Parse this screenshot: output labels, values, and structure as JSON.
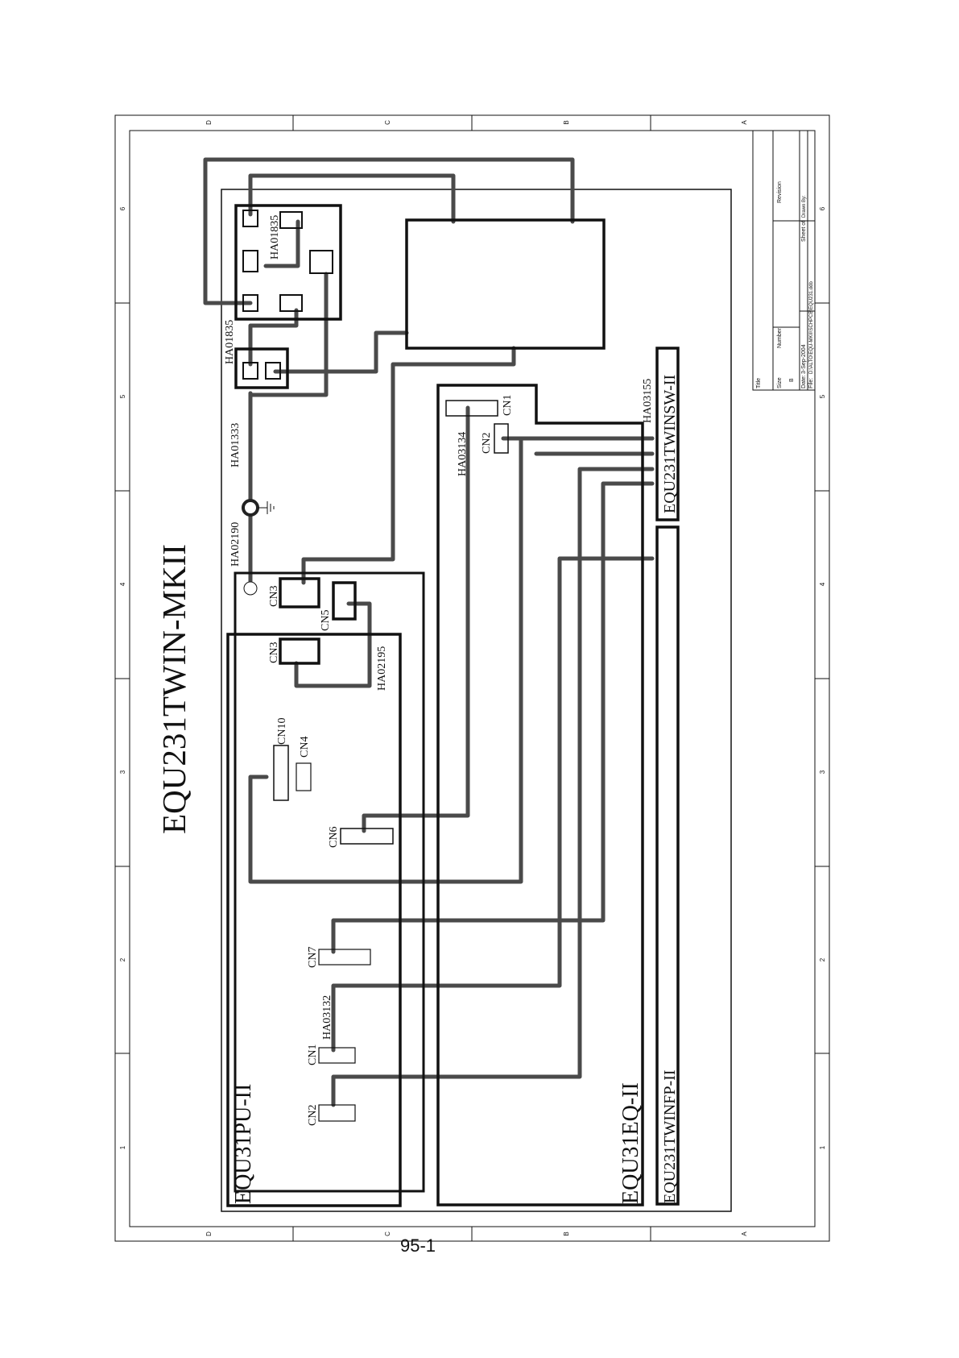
{
  "diagram": {
    "title": "EQU231TWIN-MKII",
    "page_number": "95-1",
    "zone_letters": [
      "D",
      "C",
      "B",
      "A"
    ],
    "zone_numbers": [
      "1",
      "2",
      "3",
      "4",
      "5",
      "6"
    ],
    "boards": {
      "pu": "EQU31PU-II",
      "eq": "EQU31EQ-II",
      "fp": "EQU231TWINFP-II",
      "sw": "EQU231TWINSW-II"
    },
    "connectors": {
      "pu_cn2": "CN2",
      "pu_cn1": "CN1",
      "pu_cn7": "CN7",
      "pu_cn6": "CN6",
      "pu_cn4": "CN4",
      "pu_cn10": "CN10",
      "pu_cn3": "CN3",
      "psu_cn3": "CN3",
      "psu_cn5": "CN5",
      "eq_cn2": "CN2",
      "eq_cn1": "CN1"
    },
    "harnesses": {
      "ha03132": "HA03132",
      "ha02195": "HA02195",
      "ha02190": "HA02190",
      "ha01333": "HA01333",
      "ha01835_a": "HA01835",
      "ha01835_b": "HA01835",
      "ha03134": "HA03134",
      "ha03155": "HA03155"
    },
    "title_block": {
      "title_label": "Title",
      "size_label": "Size",
      "size_value": "B",
      "number_label": "Number",
      "revision_label": "Revision",
      "date_label": "Date:",
      "date_value": "3-Sep-2004",
      "sheet_label": "Sheet of",
      "file_label": "File:",
      "file_value": "D:\\ALTO\\EQU-MKII\\SCHPCB\\EQU231.ddb",
      "drawn_by_label": "Drawn By:"
    }
  }
}
